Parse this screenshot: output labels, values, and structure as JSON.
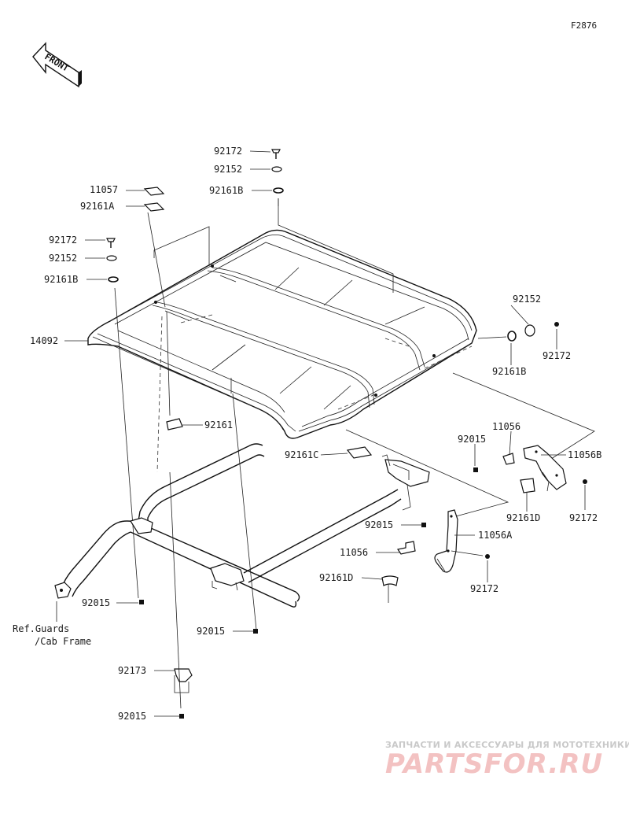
{
  "figure_id": "F2876",
  "front_label": "FRONT",
  "ref_note": [
    "Ref.Guards",
    "/Cab Frame"
  ],
  "watermark": {
    "subtitle": "ЗАПЧАСТИ И АКСЕССУАРЫ ДЛЯ МОТОТЕХНИКИ",
    "brand": "PARTSFOR.RU"
  },
  "callouts": [
    {
      "id": "c-92172-top",
      "label": "92172"
    },
    {
      "id": "c-92152-top",
      "label": "92152"
    },
    {
      "id": "c-92161b-top",
      "label": "92161B"
    },
    {
      "id": "c-11057",
      "label": "11057"
    },
    {
      "id": "c-92161a",
      "label": "92161A"
    },
    {
      "id": "c-92172-left",
      "label": "92172"
    },
    {
      "id": "c-92152-left",
      "label": "92152"
    },
    {
      "id": "c-92161b-left",
      "label": "92161B"
    },
    {
      "id": "c-14092",
      "label": "14092"
    },
    {
      "id": "c-92152-right",
      "label": "92152"
    },
    {
      "id": "c-92161b-right",
      "label": "92161B"
    },
    {
      "id": "c-92172-right",
      "label": "92172"
    },
    {
      "id": "c-92161",
      "label": "92161"
    },
    {
      "id": "c-92161c",
      "label": "92161C"
    },
    {
      "id": "c-11056-right",
      "label": "11056"
    },
    {
      "id": "c-92015-right",
      "label": "92015"
    },
    {
      "id": "c-11056b",
      "label": "11056B"
    },
    {
      "id": "c-92161d-right",
      "label": "92161D"
    },
    {
      "id": "c-92172-br",
      "label": "92172"
    },
    {
      "id": "c-92015-mid",
      "label": "92015"
    },
    {
      "id": "c-11056a",
      "label": "11056A"
    },
    {
      "id": "c-11056-mid",
      "label": "11056"
    },
    {
      "id": "c-92161d-mid",
      "label": "92161D"
    },
    {
      "id": "c-92172-mid",
      "label": "92172"
    },
    {
      "id": "c-92015-left",
      "label": "92015"
    },
    {
      "id": "c-92015-center",
      "label": "92015"
    },
    {
      "id": "c-92173",
      "label": "92173"
    },
    {
      "id": "c-92015-bottom",
      "label": "92015"
    }
  ]
}
